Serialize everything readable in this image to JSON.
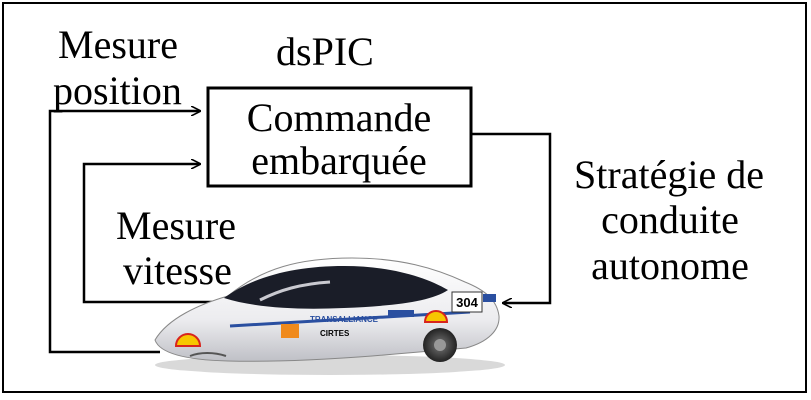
{
  "controller": {
    "chip_label": "dsPIC",
    "box_line1": "Commande",
    "box_line2": "embarquée"
  },
  "inputs": {
    "position_line1": "Mesure",
    "position_line2": "position",
    "speed_line1": "Mesure",
    "speed_line2": "vitesse"
  },
  "strategy": {
    "line1": "Stratégie de",
    "line2": "conduite",
    "line3": "autonome"
  },
  "vehicle": {
    "race_number": "304",
    "sponsor_1": "TRANSALLIANCE",
    "sponsor_2": "CIRTES",
    "brand_logo": "shell-logo"
  },
  "colors": {
    "line": "#000000",
    "car_body": "#f4f4f6",
    "canopy": "#1a1d28",
    "shell_yellow": "#f7c600",
    "shell_red": "#d8241c",
    "accent_blue": "#2a4fa0",
    "accent_orange": "#f08a1c"
  }
}
